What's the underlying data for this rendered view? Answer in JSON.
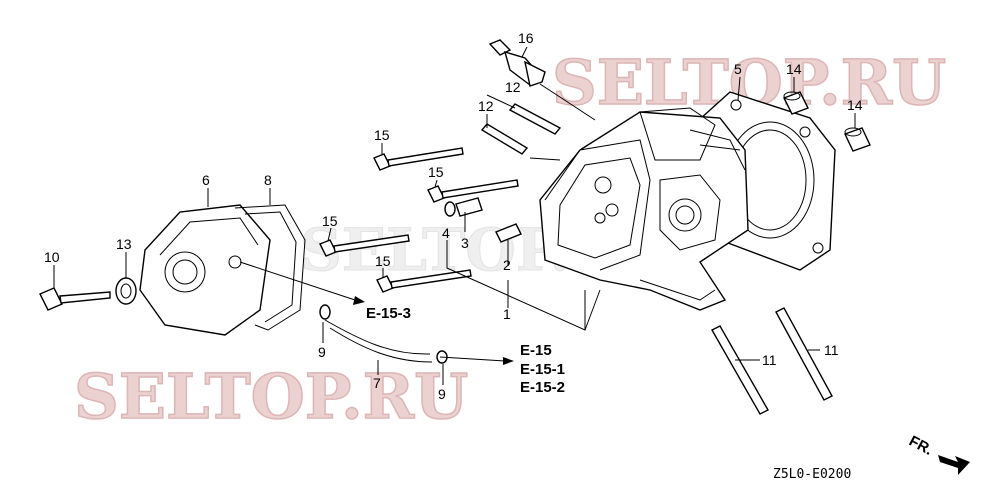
{
  "watermarks": [
    "SELTOP.RU",
    "SELTOP.RU",
    "SELTOP.RU"
  ],
  "parts": {
    "p1": "1",
    "p2": "2",
    "p3": "3",
    "p4": "4",
    "p5": "5",
    "p6": "6",
    "p7": "7",
    "p8": "8",
    "p9a": "9",
    "p9b": "9",
    "p10": "10",
    "p11a": "11",
    "p11b": "11",
    "p12a": "12",
    "p12b": "12",
    "p13": "13",
    "p14a": "14",
    "p14b": "14",
    "p15a": "15",
    "p15b": "15",
    "p15c": "15",
    "p15d": "15",
    "p16": "16"
  },
  "references": {
    "e153": "E-15-3",
    "e15": "E-15",
    "e151": "E-15-1",
    "e152": "E-15-2"
  },
  "front_label": "FR.",
  "diagram_code": "Z5L0-E0200",
  "colors": {
    "watermark": "#e9c9c9",
    "lines": "#000000"
  }
}
